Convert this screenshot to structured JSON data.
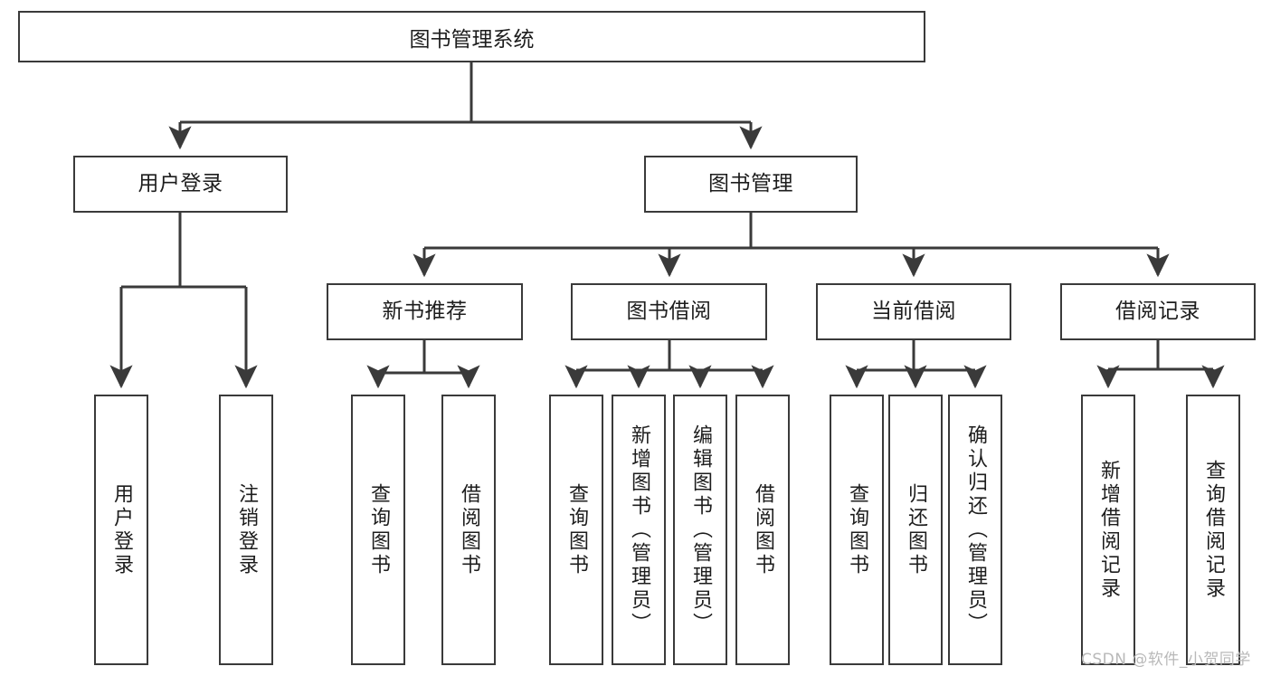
{
  "diagram": {
    "title_text": "图书管理系统",
    "type": "hierarchy-tree",
    "stroke_color": "#3a3a3a",
    "background_color": "#ffffff",
    "text_color": "#1d1d1d",
    "watermark": "CSDN @软件_小贺同学",
    "levels": {
      "level1": [
        "图书管理系统"
      ],
      "level2": [
        "用户登录",
        "图书管理"
      ],
      "level3": [
        "新书推荐",
        "图书借阅",
        "当前借阅",
        "借阅记录"
      ],
      "level4": [
        "用户登录",
        "注销登录",
        "查询图书",
        "借阅图书",
        "查询图书",
        "新增图书（管理员）",
        "编辑图书（管理员）",
        "借阅图书",
        "查询图书",
        "归还图书",
        "确认归还（管理员）",
        "新增借阅记录",
        "查询借阅记录"
      ]
    },
    "nodes": {
      "root": "图书管理系统",
      "user_login": "用户登录",
      "book_manage": "图书管理",
      "new_book_rec": "新书推荐",
      "book_borrow": "图书借阅",
      "current_borrow": "当前借阅",
      "borrow_record": "借阅记录",
      "leaf_user_login": "用户登录",
      "leaf_logout": "注销登录",
      "leaf_query_book_a": "查询图书",
      "leaf_borrow_book_a": "借阅图书",
      "leaf_query_book_b": "查询图书",
      "leaf_add_book_admin": "新增图书（管理员）",
      "leaf_edit_book_admin": "编辑图书（管理员）",
      "leaf_borrow_book_b": "借阅图书",
      "leaf_query_book_c": "查询图书",
      "leaf_return_book": "归还图书",
      "leaf_confirm_return_admin": "确认归还（管理员）",
      "leaf_add_record": "新增借阅记录",
      "leaf_query_record": "查询借阅记录"
    }
  }
}
